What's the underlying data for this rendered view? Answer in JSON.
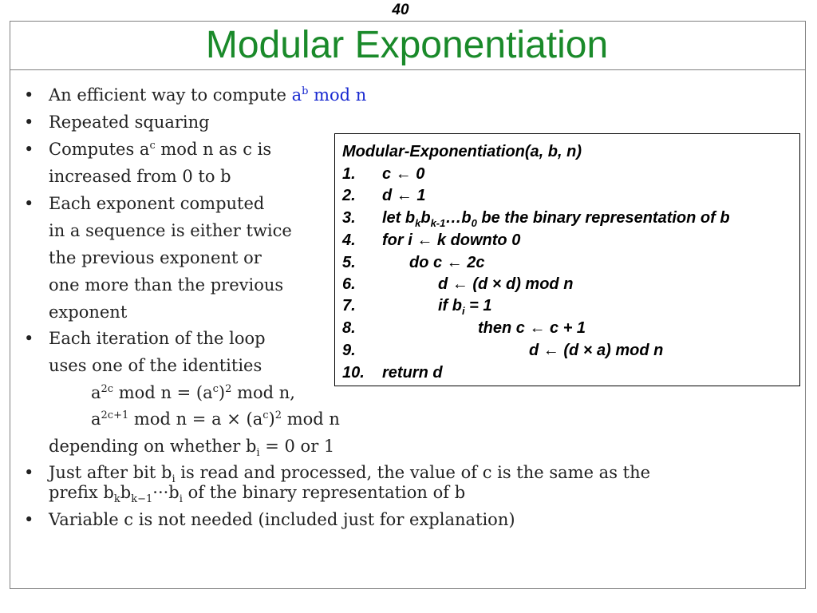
{
  "page_number": "40",
  "title": "Modular Exponentiation",
  "bullets": {
    "b1_text": "An efficient way to compute ",
    "b1_expr_base": "a",
    "b1_expr_exp": "b",
    "b1_expr_rest": " mod n",
    "b2": "Repeated squaring",
    "b3_l1_pre": "Computes a",
    "b3_l1_sup": "c",
    "b3_l1_post": " mod n as c is",
    "b3_l2": "increased from 0 to b",
    "b4_l1": "Each exponent computed",
    "b4_l2": "in a sequence is either twice",
    "b4_l3": "the previous exponent or",
    "b4_l4": "one more than the previous",
    "b4_l5": "exponent",
    "b5_l1": "Each iteration of the loop",
    "b5_l2": "uses one of the identities",
    "id1_a": "a",
    "id1_sup1": "2c",
    "id1_mid": " mod n = (a",
    "id1_sup2": "c",
    "id1_paren": ")",
    "id1_sup3": "2",
    "id1_end": " mod n,",
    "id2_a": "a",
    "id2_sup1": "2c+1",
    "id2_mid": " mod n = a × (a",
    "id2_sup2": "c",
    "id2_paren": ")",
    "id2_sup3": "2",
    "id2_end": " mod n",
    "b5_l3_pre": "depending on whether b",
    "b5_l3_sub": "i",
    "b5_l3_post": " = 0 or 1",
    "b6_l1_pre": "Just after bit b",
    "b6_l1_sub": "i",
    "b6_l1_post": " is read and processed, the value of c is the same as the",
    "b6_l2_pre": "prefix b",
    "b6_l2_sub1": "k",
    "b6_l2_b2": "b",
    "b6_l2_sub2": "k−1",
    "b6_l2_dots": "···b",
    "b6_l2_sub3": "i",
    "b6_l2_post": " of the binary representation of b",
    "b7": "Variable c is not needed (included just for explanation)"
  },
  "bullet_glyph": "•",
  "algorithm": {
    "header": "Modular-Exponentiation(a, b, n)",
    "lines": [
      {
        "num": "1.",
        "text": "c ← 0"
      },
      {
        "num": "2.",
        "text": "d ← 1"
      },
      {
        "num": "3.",
        "pre": "let b",
        "s1": "k",
        "mid1": "b",
        "s2": "k-1",
        "mid2": "…b",
        "s3": "0",
        "post": " be the binary representation of b"
      },
      {
        "num": "4.",
        "text": "for i ← k downto 0"
      },
      {
        "num": "5.",
        "text": "do c ← 2c"
      },
      {
        "num": "6.",
        "text": "d ← (d × d) mod n"
      },
      {
        "num": "7.",
        "pre": "if b",
        "s1": "i",
        "post": " = 1"
      },
      {
        "num": "8.",
        "text": "then c ← c + 1"
      },
      {
        "num": "9.",
        "text": "d ← (d × a) mod n"
      },
      {
        "num": "10.",
        "text": "return d"
      }
    ]
  }
}
